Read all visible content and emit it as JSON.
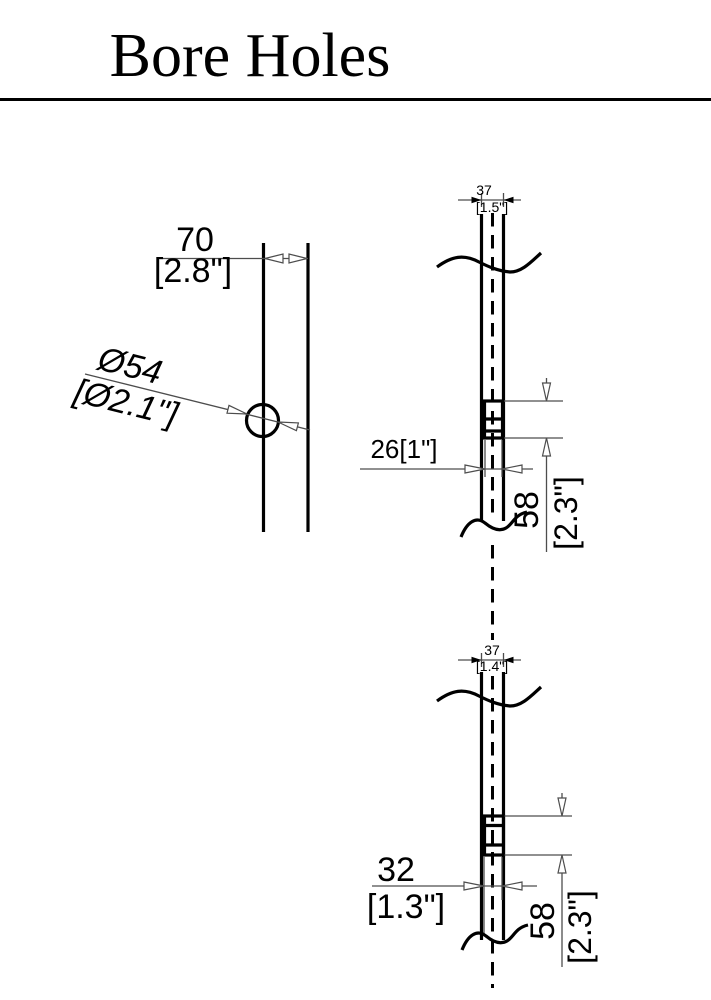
{
  "title": "Bore Holes",
  "colors": {
    "ink": "#000000",
    "dim_line": "#4d4d4d",
    "background": "#ffffff"
  },
  "left_view": {
    "width_dim": {
      "metric": "70",
      "imperial": "[2.8\"]"
    },
    "diameter_dim": {
      "metric": "Ø54",
      "imperial": "[Ø2.1\"]"
    }
  },
  "upper_tube_view": {
    "tube_width_dim": {
      "metric": "37",
      "imperial": "[1.5\"]"
    },
    "hole_width_dim": {
      "combined": "26[1\"]"
    },
    "hole_length_dim": {
      "metric": "58",
      "imperial": "[2.3\"]"
    }
  },
  "lower_tube_view": {
    "tube_width_dim": {
      "metric": "37",
      "imperial": "[1.4\"]"
    },
    "hole_width_dim": {
      "metric": "32",
      "imperial": "[1.3\"]"
    },
    "hole_length_dim": {
      "metric": "58",
      "imperial": "[2.3\"]"
    }
  }
}
